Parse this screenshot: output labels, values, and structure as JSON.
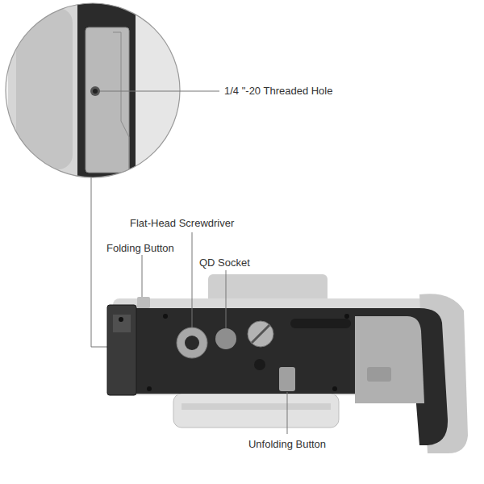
{
  "diagram": {
    "labels": [
      "1/4 \"-20 Threaded Hole",
      "Flat-Head Screwdriver",
      "Folding Button",
      "QD Socket",
      "Unfolding Button"
    ]
  }
}
